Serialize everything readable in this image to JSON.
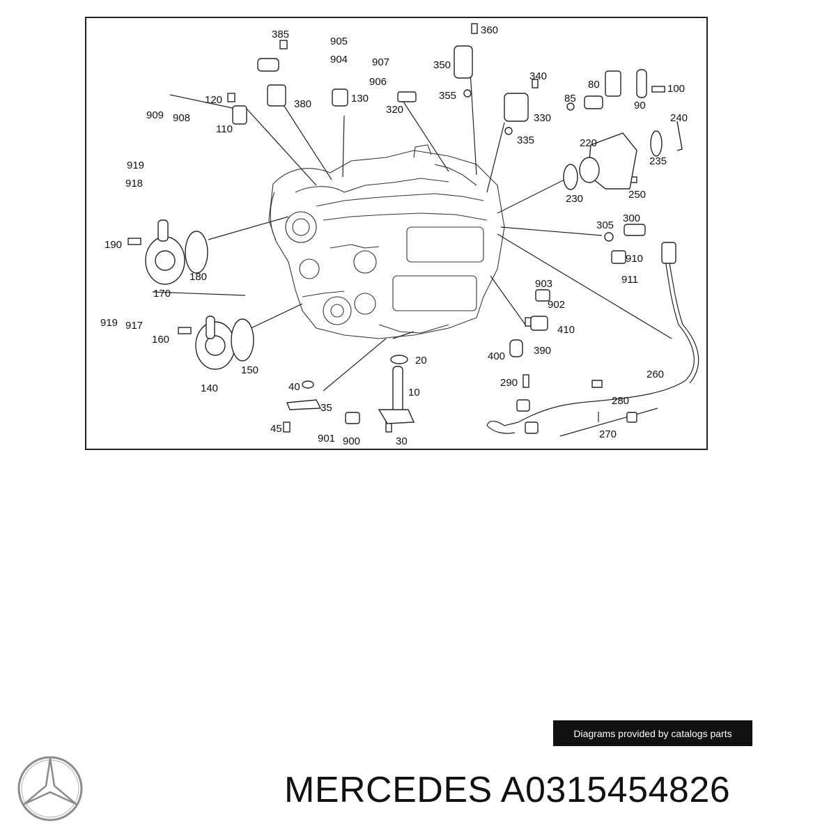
{
  "diagram": {
    "callouts": [
      "360",
      "385",
      "905",
      "904",
      "907",
      "906",
      "350",
      "340",
      "120",
      "380",
      "130",
      "355",
      "320",
      "80",
      "85",
      "100",
      "909",
      "908",
      "110",
      "90",
      "330",
      "240",
      "335",
      "220",
      "919",
      "918",
      "235",
      "230",
      "250",
      "300",
      "305",
      "190",
      "910",
      "180",
      "170",
      "911",
      "903",
      "902",
      "919",
      "917",
      "410",
      "390",
      "160",
      "400",
      "150",
      "20",
      "140",
      "260",
      "40",
      "35",
      "10",
      "290",
      "280",
      "45",
      "901",
      "900",
      "30",
      "270"
    ]
  },
  "watermark": {
    "text": "Diagrams provided by catalogs parts"
  },
  "footer": {
    "brand": "MERCEDES",
    "part_number": "A0315454826"
  },
  "logo": {
    "icon": "mercedes-star-icon",
    "color": "#8a8a8a"
  }
}
